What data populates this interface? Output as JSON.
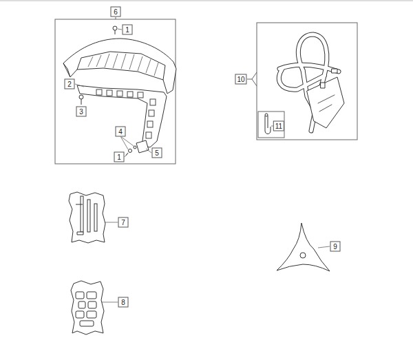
{
  "diagram": {
    "labels": [
      "6",
      "1",
      "10",
      "2",
      "3",
      "11",
      "4",
      "1",
      "5",
      "7",
      "9",
      "8"
    ]
  }
}
